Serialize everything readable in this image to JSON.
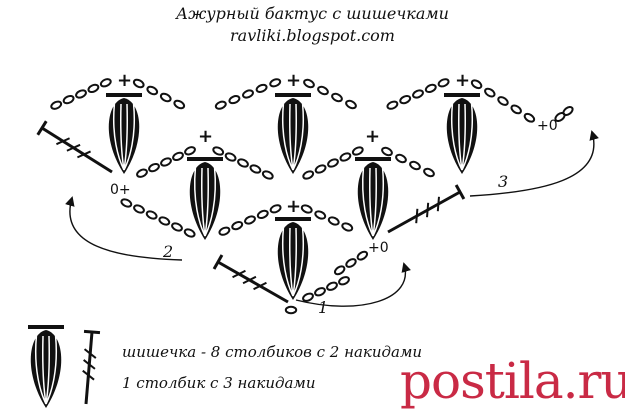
{
  "title": {
    "line1": "Ажурный бактус с шишечками",
    "line2": "ravliki.blogspot.com"
  },
  "rows": {
    "row1": "1",
    "row2": "2",
    "row3": "3"
  },
  "marks": {
    "plus": "+",
    "zero_plus": "0+",
    "plus_zero": "+0"
  },
  "legend": {
    "bobble": "шишечка - 8 столбиков с 2 накидами",
    "treble": "1 столбик с 3 накидами"
  },
  "watermark": "postila.ru"
}
